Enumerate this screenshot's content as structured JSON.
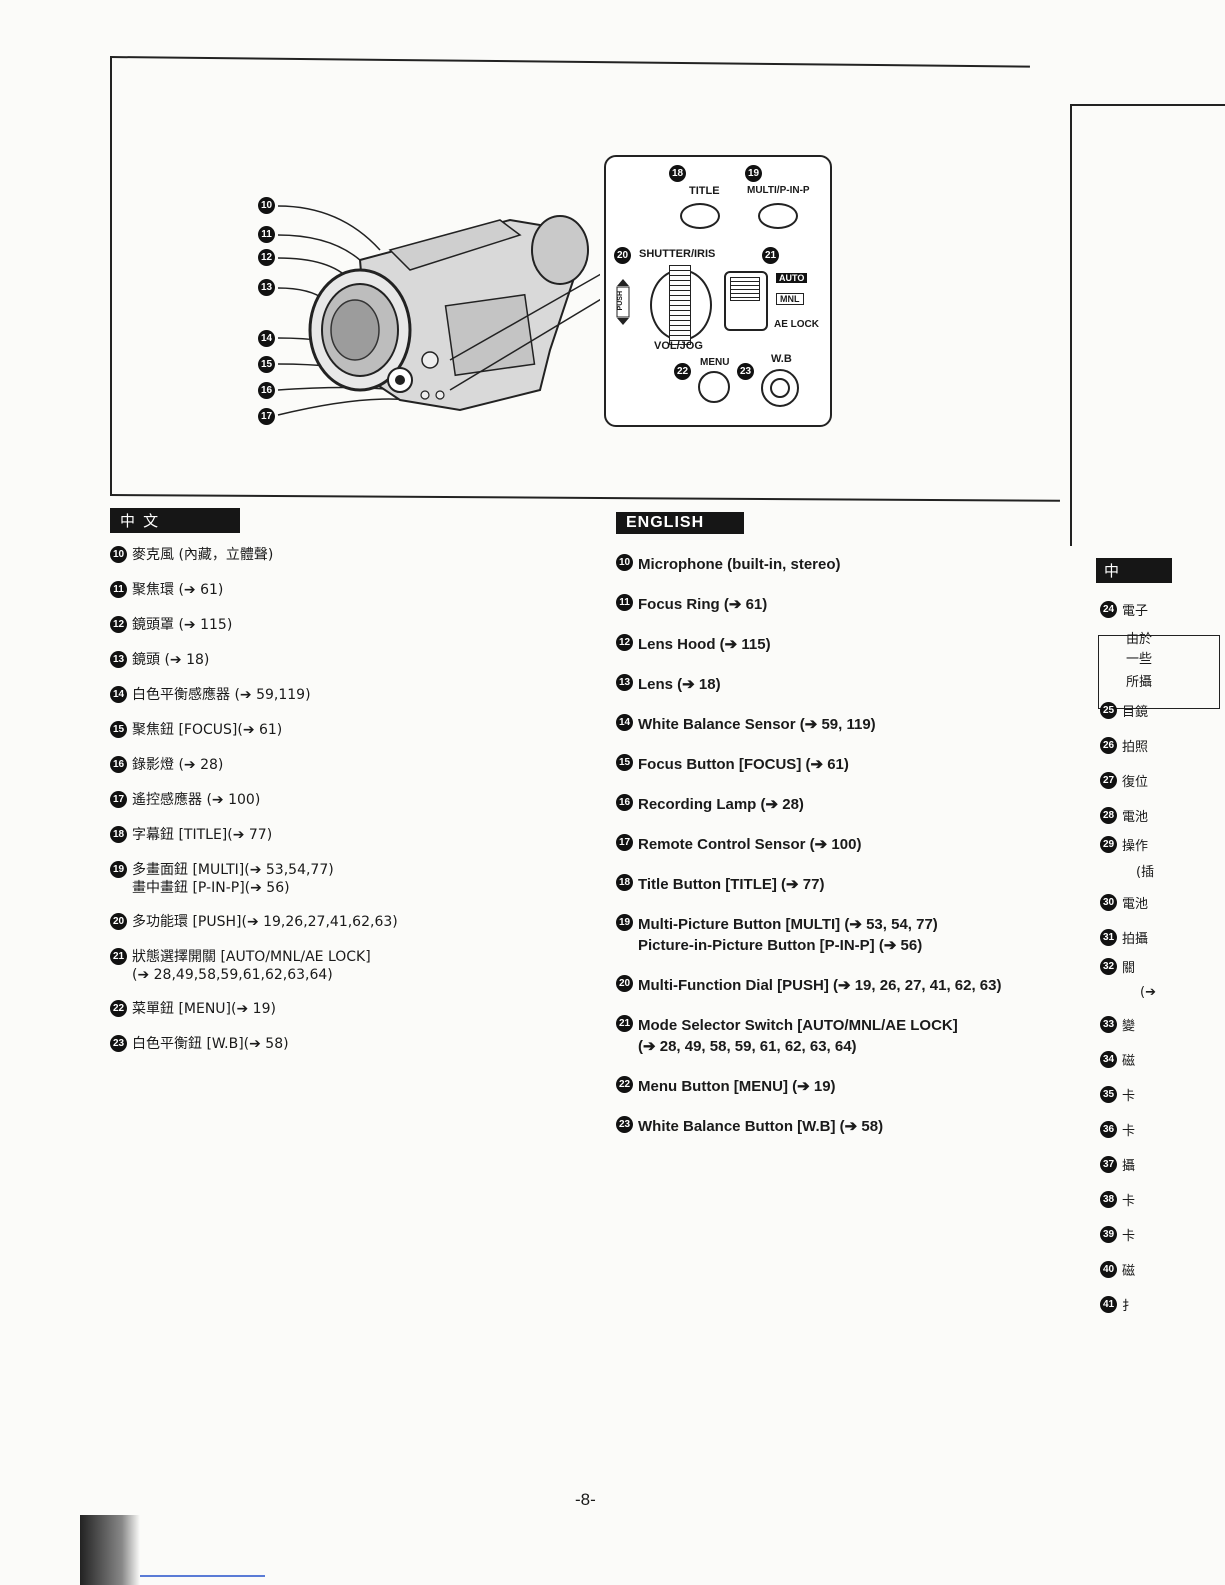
{
  "figure": {
    "callouts_left": [
      "10",
      "11",
      "12",
      "13",
      "14",
      "15",
      "16",
      "17"
    ],
    "panel": {
      "num18": "18",
      "num19": "19",
      "num20": "20",
      "num21": "21",
      "num22": "22",
      "num23": "23",
      "title_label": "TITLE",
      "multi_label": "MULTI/P-IN-P",
      "shutter_label": "SHUTTER/IRIS",
      "push_label": "PUSH",
      "auto_label": "AUTO",
      "mnl_label": "MNL",
      "aelock_label": "AE LOCK",
      "voljog_label": "VOL/JOG",
      "menu_label": "MENU",
      "wb_label": "W.B"
    }
  },
  "zh": {
    "tab": "中 文",
    "items": [
      {
        "n": "10",
        "text": "麥克風 (內藏，立體聲)"
      },
      {
        "n": "11",
        "text": "聚焦環 (➔ 61)"
      },
      {
        "n": "12",
        "text": "鏡頭罩 (➔ 115)"
      },
      {
        "n": "13",
        "text": "鏡頭 (➔ 18)"
      },
      {
        "n": "14",
        "text": "白色平衡感應器 (➔ 59,119)"
      },
      {
        "n": "15",
        "text": "聚焦鈕 [FOCUS](➔ 61)"
      },
      {
        "n": "16",
        "text": "錄影燈 (➔ 28)"
      },
      {
        "n": "17",
        "text": "遙控感應器 (➔ 100)"
      },
      {
        "n": "18",
        "text": "字幕鈕 [TITLE](➔ 77)"
      },
      {
        "n": "19",
        "text": "多畫面鈕 [MULTI](➔ 53,54,77)\n畫中畫鈕 [P-IN-P](➔ 56)"
      },
      {
        "n": "20",
        "text": "多功能環 [PUSH](➔ 19,26,27,41,62,63)"
      },
      {
        "n": "21",
        "text": "狀態選擇開關 [AUTO/MNL/AE LOCK]\n(➔ 28,49,58,59,61,62,63,64)"
      },
      {
        "n": "22",
        "text": "菜單鈕 [MENU](➔ 19)"
      },
      {
        "n": "23",
        "text": "白色平衡鈕 [W.B](➔ 58)"
      }
    ]
  },
  "en": {
    "tab": "ENGLISH",
    "items": [
      {
        "n": "10",
        "text": "Microphone (built-in, stereo)"
      },
      {
        "n": "11",
        "text": "Focus Ring (➔ 61)"
      },
      {
        "n": "12",
        "text": "Lens Hood (➔ 115)"
      },
      {
        "n": "13",
        "text": "Lens (➔ 18)"
      },
      {
        "n": "14",
        "text": "White Balance Sensor (➔ 59, 119)"
      },
      {
        "n": "15",
        "text": "Focus Button [FOCUS] (➔ 61)"
      },
      {
        "n": "16",
        "text": "Recording Lamp (➔ 28)"
      },
      {
        "n": "17",
        "text": "Remote Control Sensor (➔ 100)"
      },
      {
        "n": "18",
        "text": "Title Button [TITLE] (➔ 77)"
      },
      {
        "n": "19",
        "text": "Multi-Picture Button [MULTI] (➔ 53, 54, 77)\nPicture-in-Picture Button [P-IN-P] (➔ 56)"
      },
      {
        "n": "20",
        "text": "Multi-Function Dial [PUSH] (➔ 19, 26, 27, 41, 62, 63)"
      },
      {
        "n": "21",
        "text": "Mode Selector Switch [AUTO/MNL/AE LOCK]\n(➔ 28, 49, 58, 59, 61, 62, 63, 64)"
      },
      {
        "n": "22",
        "text": "Menu Button [MENU] (➔ 19)"
      },
      {
        "n": "23",
        "text": "White Balance Button [W.B] (➔ 58)"
      }
    ]
  },
  "right_column": {
    "tab": "中",
    "items": [
      {
        "n": "24",
        "text": "電子"
      },
      {
        "n": "",
        "text": "由於"
      },
      {
        "n": "",
        "text": "一些"
      },
      {
        "n": "",
        "text": "所攝"
      },
      {
        "n": "25",
        "text": "目鏡"
      },
      {
        "n": "26",
        "text": "拍照"
      },
      {
        "n": "27",
        "text": "復位"
      },
      {
        "n": "28",
        "text": "電池"
      },
      {
        "n": "29",
        "text": "操作"
      },
      {
        "n": "",
        "text": "(插"
      },
      {
        "n": "30",
        "text": "電池"
      },
      {
        "n": "31",
        "text": "拍攝"
      },
      {
        "n": "32",
        "text": "關"
      },
      {
        "n": "",
        "text": "(➔"
      },
      {
        "n": "33",
        "text": "變"
      },
      {
        "n": "34",
        "text": "磁"
      },
      {
        "n": "35",
        "text": "卡"
      },
      {
        "n": "36",
        "text": "卡"
      },
      {
        "n": "37",
        "text": "攝"
      },
      {
        "n": "38",
        "text": "卡"
      },
      {
        "n": "39",
        "text": "卡"
      },
      {
        "n": "40",
        "text": "磁"
      },
      {
        "n": "41",
        "text": "扌"
      }
    ]
  },
  "page_number": "-8-"
}
